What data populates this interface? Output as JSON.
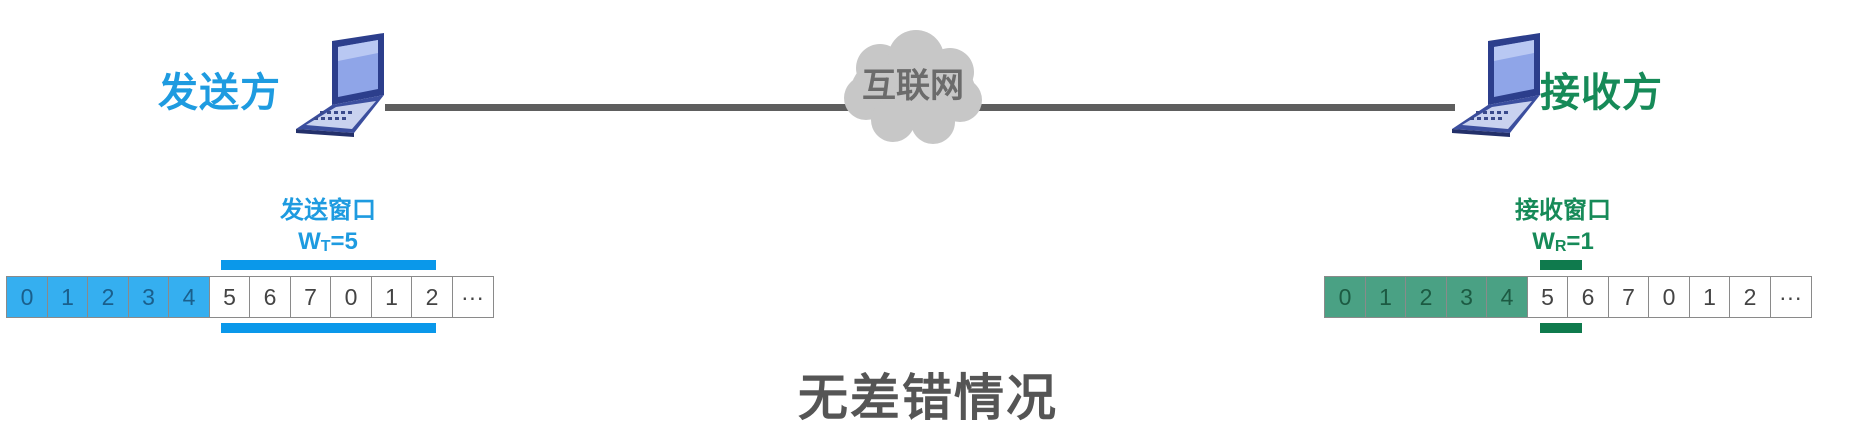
{
  "sender": {
    "label": "发送方",
    "window_title": "发送窗口",
    "window_size_symbol": "W",
    "window_size_sub": "T",
    "window_size_value": "=5",
    "window_size": 5,
    "frames": [
      "0",
      "1",
      "2",
      "3",
      "4",
      "5",
      "6",
      "7",
      "0",
      "1",
      "2",
      "···"
    ],
    "sent_count": 5
  },
  "receiver": {
    "label": "接收方",
    "window_title": "接收窗口",
    "window_size_symbol": "W",
    "window_size_sub": "R",
    "window_size_value": "=1",
    "window_size": 1,
    "frames": [
      "0",
      "1",
      "2",
      "3",
      "4",
      "5",
      "6",
      "7",
      "0",
      "1",
      "2",
      "···"
    ],
    "received_count": 5
  },
  "network": {
    "label": "互联网"
  },
  "caption": "无差错情况",
  "colors": {
    "sender": "#1e9be0",
    "receiver": "#168a58",
    "link": "#5e5e5e"
  }
}
